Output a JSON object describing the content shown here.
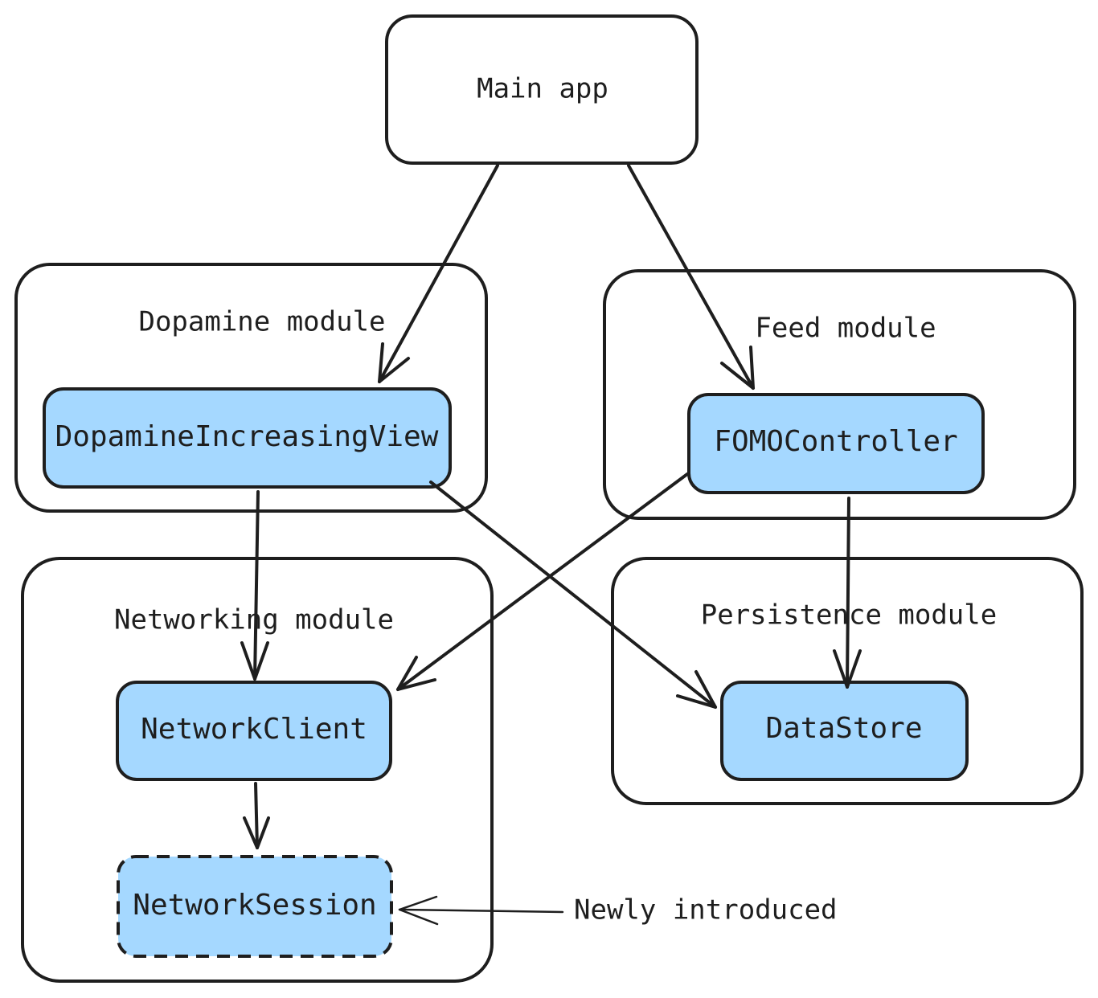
{
  "main_app": {
    "label": "Main app"
  },
  "modules": {
    "dopamine": {
      "label": "Dopamine module",
      "classes": {
        "view": "DopamineIncreasingView"
      }
    },
    "feed": {
      "label": "Feed module",
      "classes": {
        "controller": "FOMOController"
      }
    },
    "networking": {
      "label": "Networking module",
      "classes": {
        "client": "NetworkClient",
        "session": "NetworkSession"
      }
    },
    "persistence": {
      "label": "Persistence module",
      "classes": {
        "store": "DataStore"
      }
    }
  },
  "annotation": {
    "label": "Newly introduced"
  },
  "colors": {
    "stroke": "#1e1e1e",
    "class_fill": "#a5d8ff",
    "background": "#ffffff"
  },
  "edges": [
    {
      "from": "Main app",
      "to": "DopamineIncreasingView"
    },
    {
      "from": "Main app",
      "to": "FOMOController"
    },
    {
      "from": "DopamineIncreasingView",
      "to": "NetworkClient"
    },
    {
      "from": "DopamineIncreasingView",
      "to": "DataStore"
    },
    {
      "from": "FOMOController",
      "to": "NetworkClient"
    },
    {
      "from": "FOMOController",
      "to": "DataStore"
    },
    {
      "from": "NetworkClient",
      "to": "NetworkSession"
    },
    {
      "from": "Newly introduced",
      "to": "NetworkSession"
    }
  ]
}
